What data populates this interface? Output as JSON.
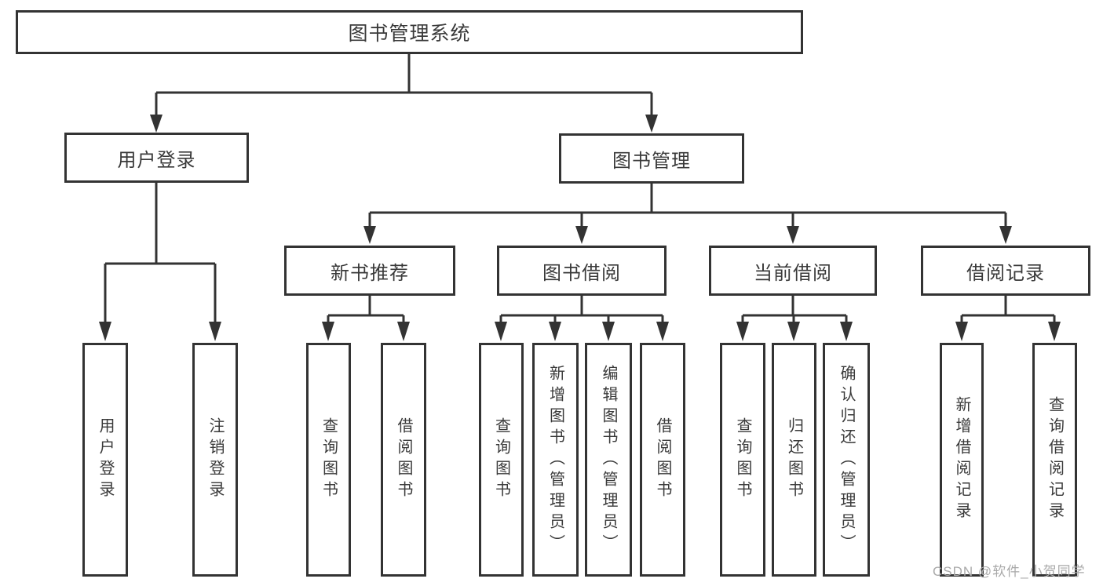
{
  "diagram": {
    "root": {
      "label": "图书管理系统"
    },
    "login": {
      "label": "用户登录",
      "children": [
        {
          "label": "用户登录"
        },
        {
          "label": "注销登录"
        }
      ]
    },
    "manage": {
      "label": "图书管理",
      "sections": [
        {
          "label": "新书推荐",
          "children": [
            {
              "label": "查询图书"
            },
            {
              "label": "借阅图书"
            }
          ]
        },
        {
          "label": "图书借阅",
          "children": [
            {
              "label": "查询图书"
            },
            {
              "label": "新增图书（管理员）"
            },
            {
              "label": "编辑图书（管理员）"
            },
            {
              "label": "借阅图书"
            }
          ]
        },
        {
          "label": "当前借阅",
          "children": [
            {
              "label": "查询图书"
            },
            {
              "label": "归还图书"
            },
            {
              "label": "确认归还（管理员）"
            }
          ]
        },
        {
          "label": "借阅记录",
          "children": [
            {
              "label": "新增借阅记录"
            },
            {
              "label": "查询借阅记录"
            }
          ]
        }
      ]
    }
  },
  "watermark": {
    "text": "CSDN @软件_小贺同学"
  },
  "colors": {
    "line": "#333333",
    "text": "#3a3a3a",
    "background": "#ffffff",
    "watermark": "#a9a9a9"
  }
}
